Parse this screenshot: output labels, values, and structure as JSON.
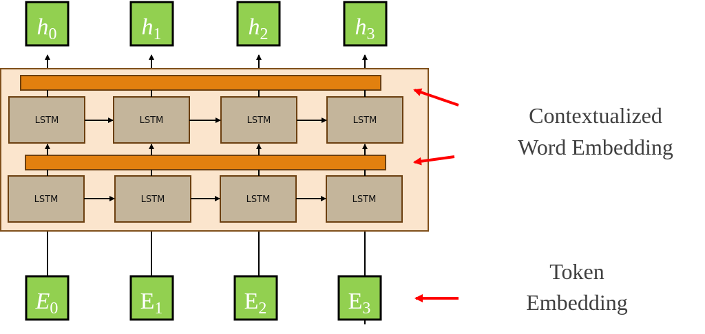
{
  "outputs": [
    {
      "base": "h",
      "sub": "0"
    },
    {
      "base": "h",
      "sub": "1"
    },
    {
      "base": "h",
      "sub": "2"
    },
    {
      "base": "h",
      "sub": "3"
    }
  ],
  "inputs": [
    {
      "base": "E",
      "sub": "0"
    },
    {
      "base": "E",
      "sub": "1"
    },
    {
      "base": "E",
      "sub": "2"
    },
    {
      "base": "E",
      "sub": "3"
    }
  ],
  "lstm_label": "LSTM",
  "annotations": {
    "contextual_line1": "Contextualized",
    "contextual_line2": "Word Embedding",
    "token_line1": "Token",
    "token_line2": "Embedding"
  },
  "colors": {
    "green_box": "#92d050",
    "lstm_box": "#c4b59b",
    "lstm_border": "#6b3f10",
    "orange_bar": "#e2800f",
    "panel": "#fbe5cd",
    "arrow_red": "#ff0000"
  }
}
